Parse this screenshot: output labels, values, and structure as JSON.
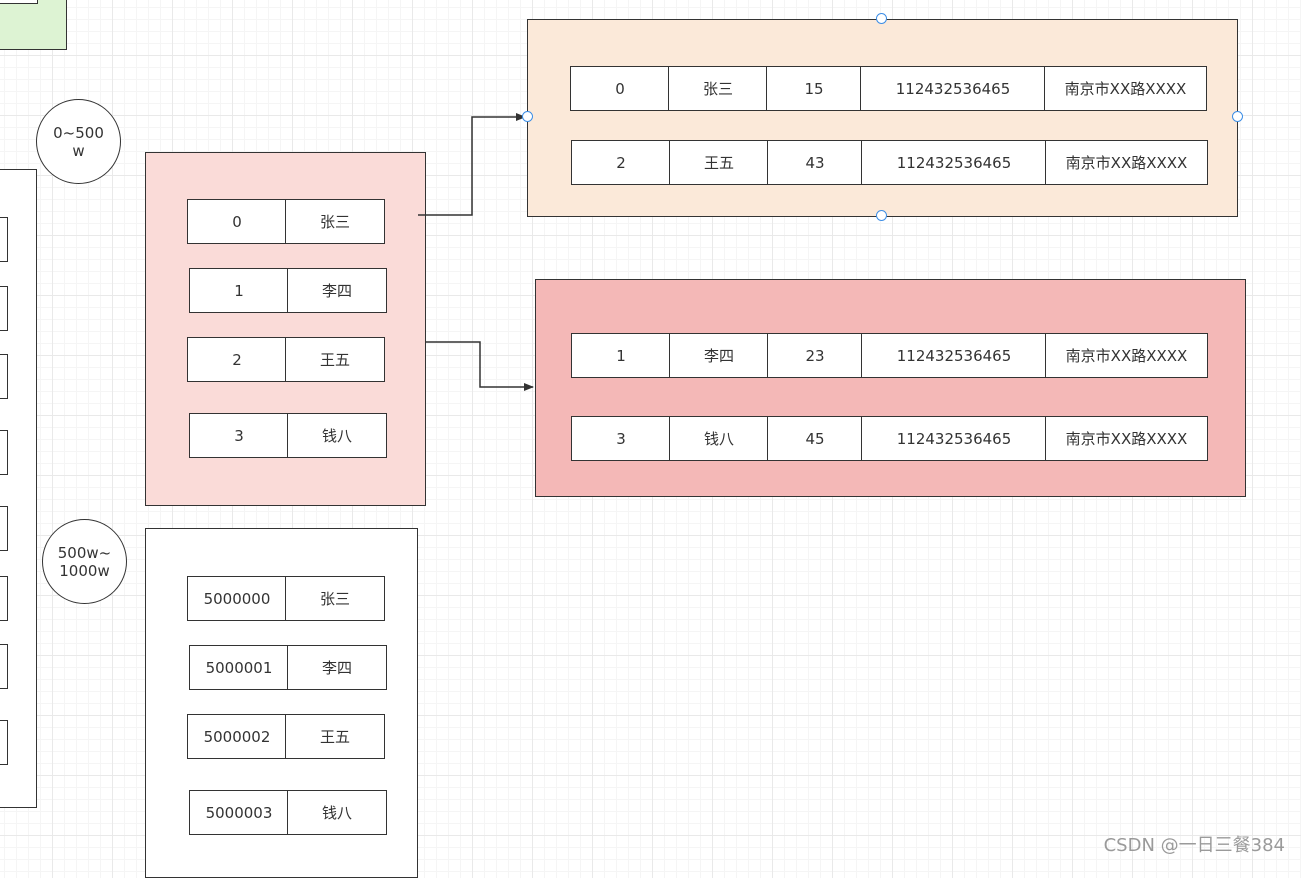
{
  "ranges": {
    "range1": "0~500\nw",
    "range2": "500w~\n1000w"
  },
  "index_group_1": [
    {
      "id": "0",
      "name": "张三"
    },
    {
      "id": "1",
      "name": "李四"
    },
    {
      "id": "2",
      "name": "王五"
    },
    {
      "id": "3",
      "name": "钱八"
    }
  ],
  "index_group_2": [
    {
      "id": "5000000",
      "name": "张三"
    },
    {
      "id": "5000001",
      "name": "李四"
    },
    {
      "id": "5000002",
      "name": "王五"
    },
    {
      "id": "5000003",
      "name": "钱八"
    }
  ],
  "table_a": [
    {
      "id": "0",
      "name": "张三",
      "age": "15",
      "phone": "112432536465",
      "address": "南京市XX路XXXX"
    },
    {
      "id": "2",
      "name": "王五",
      "age": "43",
      "phone": "112432536465",
      "address": "南京市XX路XXXX"
    }
  ],
  "table_b": [
    {
      "id": "1",
      "name": "李四",
      "age": "23",
      "phone": "112432536465",
      "address": "南京市XX路XXXX"
    },
    {
      "id": "3",
      "name": "钱八",
      "age": "45",
      "phone": "112432536465",
      "address": "南京市XX路XXXX"
    }
  ],
  "colors": {
    "index_panel_fill": "#fadbd8",
    "table_a_fill": "#fbe9d9",
    "table_b_fill": "#f4b8b7",
    "green_fill": "#ddf3d3",
    "selection_handle": "#3d8ee6",
    "stroke": "#333333"
  },
  "watermark": "CSDN @一日三餐384"
}
